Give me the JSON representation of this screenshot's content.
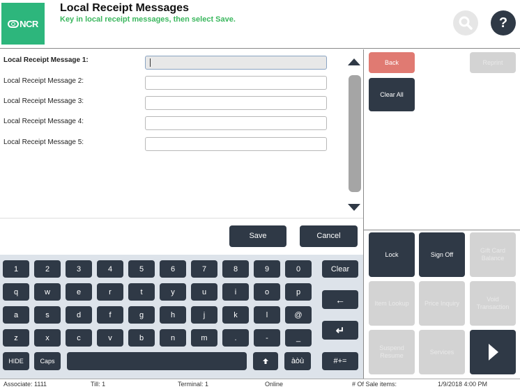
{
  "header": {
    "logo_text": "NCR",
    "title": "Local Receipt Messages",
    "subtitle": "Key in local receipt messages, then select Save."
  },
  "form": {
    "rows": [
      {
        "label": "Local Receipt Message 1:",
        "value": ""
      },
      {
        "label": "Local Receipt Message 2:",
        "value": ""
      },
      {
        "label": "Local Receipt Message 3:",
        "value": ""
      },
      {
        "label": "Local Receipt Message 4:",
        "value": ""
      },
      {
        "label": "Local Receipt Message 5:",
        "value": ""
      }
    ],
    "save_label": "Save",
    "cancel_label": "Cancel"
  },
  "keyboard": {
    "row1": [
      "1",
      "2",
      "3",
      "4",
      "5",
      "6",
      "7",
      "8",
      "9",
      "0"
    ],
    "row2": [
      "q",
      "w",
      "e",
      "r",
      "t",
      "y",
      "u",
      "i",
      "o",
      "p"
    ],
    "row3": [
      "a",
      "s",
      "d",
      "f",
      "g",
      "h",
      "j",
      "k",
      "l",
      "@"
    ],
    "row4": [
      "z",
      "x",
      "c",
      "v",
      "b",
      "n",
      "m",
      ".",
      "-",
      "_"
    ],
    "hide": "HIDE",
    "caps": "Caps",
    "accents": "àòù",
    "clear": "Clear",
    "backspace": "←",
    "enter": "↵",
    "symbols": "#+=",
    "shift": "🠅"
  },
  "right_panel": {
    "back": "Back",
    "reprint": "Reprint",
    "clear_all": "Clear All",
    "functions": [
      {
        "label": "Lock",
        "enabled": true
      },
      {
        "label": "Sign Off",
        "enabled": true
      },
      {
        "label": "Gift Card Balance",
        "enabled": false
      },
      {
        "label": "Item Lookup",
        "enabled": false
      },
      {
        "label": "Price Inquiry",
        "enabled": false
      },
      {
        "label": "Void Transaction",
        "enabled": false
      },
      {
        "label": "Suspend Resume",
        "enabled": false
      },
      {
        "label": "Services",
        "enabled": false
      }
    ]
  },
  "status": {
    "associate": "Associate: 1111",
    "till": "Till: 1",
    "terminal": "Terminal: 1",
    "online": "Online",
    "items": "# Of Sale items:",
    "datetime": "1/9/2018 4:00 PM"
  },
  "colors": {
    "brand": "#2db67c",
    "accent_text": "#3bb75e",
    "button_dark": "#2f3946",
    "button_red": "#e07a72",
    "disabled": "#d3d3d3"
  }
}
